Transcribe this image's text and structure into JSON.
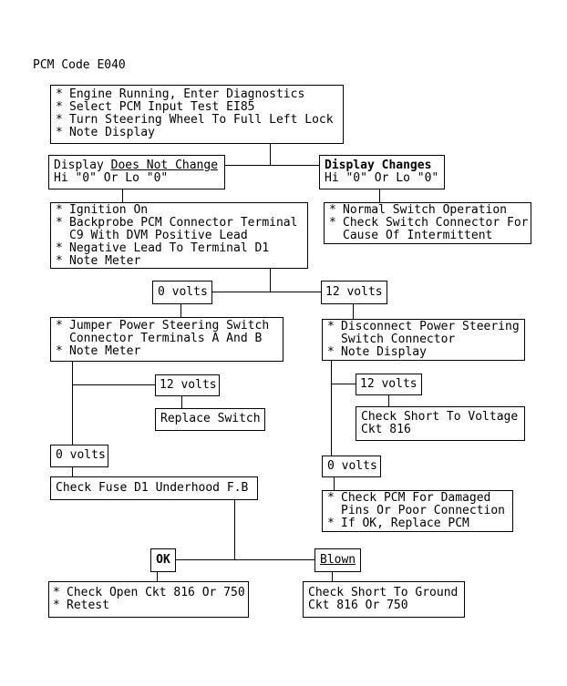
{
  "title": "PCM Code E040",
  "chrome": {
    "bullet": "*"
  },
  "colors": {
    "line": "#000000",
    "background": "#ffffff",
    "text": "#000000"
  },
  "nodes": {
    "start": {
      "lines": [
        "Engine Running, Enter Diagnostics",
        "Select PCM Input Test EI85",
        "Turn Steering Wheel To Full Left Lock",
        "Note Display"
      ]
    },
    "display_no_change": {
      "prefix": "Display ",
      "emphasis": "Does Not Change",
      "line2": "Hi \"0\" Or Lo \"0\""
    },
    "display_changes": {
      "title": "Display Changes",
      "line2": "Hi \"0\" Or Lo \"0\""
    },
    "backprobe": {
      "lines": [
        "Ignition On",
        "Backprobe PCM Connector Terminal",
        "C9 With DVM Positive Lead",
        "Negative Lead To Terminal D1",
        "Note Meter"
      ]
    },
    "normal_switch": {
      "lines": [
        "Normal Switch Operation",
        "Check Switch Connector For",
        "Cause Of Intermittent"
      ]
    },
    "volts_0_mid": {
      "label": "0 volts"
    },
    "volts_12_mid": {
      "label": "12 volts"
    },
    "jumper_switch": {
      "lines": [
        "Jumper Power Steering Switch",
        "Connector Terminals A And B",
        "Note Meter"
      ]
    },
    "disconnect_switch": {
      "lines": [
        "Disconnect Power Steering",
        "Switch Connector",
        "Note Display"
      ]
    },
    "volts_12_left": {
      "label": "12 volts"
    },
    "replace_switch": {
      "label": "Replace Switch"
    },
    "volts_12_right": {
      "label": "12 volts"
    },
    "short_to_voltage": {
      "lines": [
        "Check Short To Voltage",
        "Ckt 816"
      ]
    },
    "volts_0_left": {
      "label": "0 volts"
    },
    "check_fuse": {
      "label": "Check Fuse D1 Underhood F.B"
    },
    "volts_0_right": {
      "label": "0 volts"
    },
    "check_pcm": {
      "lines": [
        "Check PCM For Damaged",
        "Pins Or Poor Connection",
        "If OK, Replace PCM"
      ]
    },
    "ok": {
      "label": "OK"
    },
    "blown": {
      "label": "Blown"
    },
    "check_open": {
      "lines": [
        "Check Open Ckt 816 Or 750",
        "Retest"
      ]
    },
    "short_to_ground": {
      "lines": [
        "Check Short To Ground",
        "Ckt 816 Or 750"
      ]
    }
  }
}
